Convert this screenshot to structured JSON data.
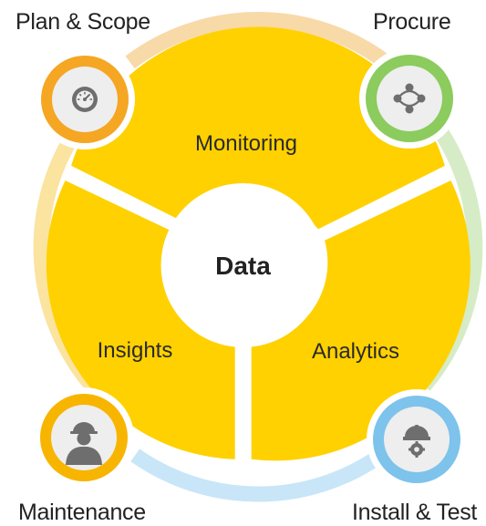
{
  "center": {
    "label": "Data"
  },
  "segments": [
    {
      "key": "monitoring",
      "label": "Monitoring"
    },
    {
      "key": "insights",
      "label": "Insights"
    },
    {
      "key": "analytics",
      "label": "Analytics"
    }
  ],
  "stages": [
    {
      "key": "plan-scope",
      "label": "Plan & Scope",
      "icon": "gauge-icon",
      "color": "#F5A623",
      "arc_color": "#F8D9A8"
    },
    {
      "key": "procure",
      "label": "Procure",
      "icon": "network-cycle-icon",
      "color": "#8CCB5E",
      "arc_color": "#D6ECC6"
    },
    {
      "key": "install-test",
      "label": "Install & Test",
      "icon": "hardhat-gear-icon",
      "color": "#7DC3EC",
      "arc_color": "#C8E6F7"
    },
    {
      "key": "maintenance",
      "label": "Maintenance",
      "icon": "worker-icon",
      "color": "#F7B500",
      "arc_color": "#FBE3A0"
    }
  ],
  "colors": {
    "segment_fill": "#FFD100",
    "center_fill": "#FFFFFF",
    "text_dark": "#222222",
    "icon_gray": "#6E6E6E",
    "icon_bg": "#EEEEEE"
  }
}
